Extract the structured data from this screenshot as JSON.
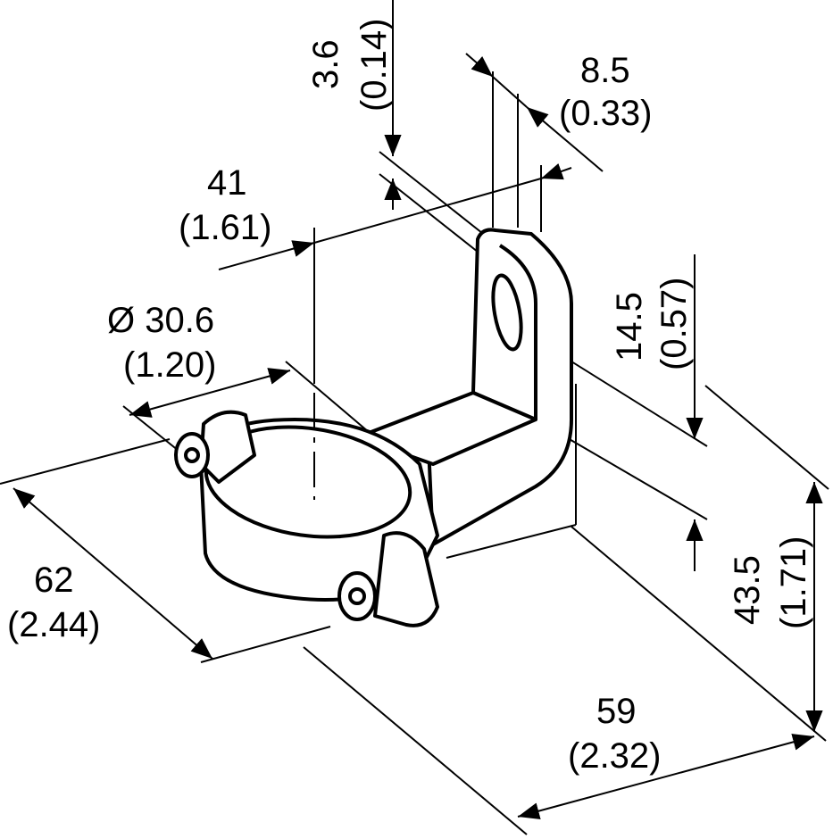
{
  "dimensions": {
    "d_3_6": {
      "mm": "3.6",
      "inch": "(0.14)"
    },
    "d_8_5": {
      "mm": "8.5",
      "inch": "(0.33)"
    },
    "d_41": {
      "mm": "41",
      "inch": "(1.61)"
    },
    "d_30_6": {
      "mm": "Ø 30.6",
      "inch": "(1.20)"
    },
    "d_14_5": {
      "mm": "14.5",
      "inch": "(0.57)"
    },
    "d_43_5": {
      "mm": "43.5",
      "inch": "(1.71)"
    },
    "d_62": {
      "mm": "62",
      "inch": "(2.44)"
    },
    "d_59": {
      "mm": "59",
      "inch": "(2.32)"
    }
  }
}
